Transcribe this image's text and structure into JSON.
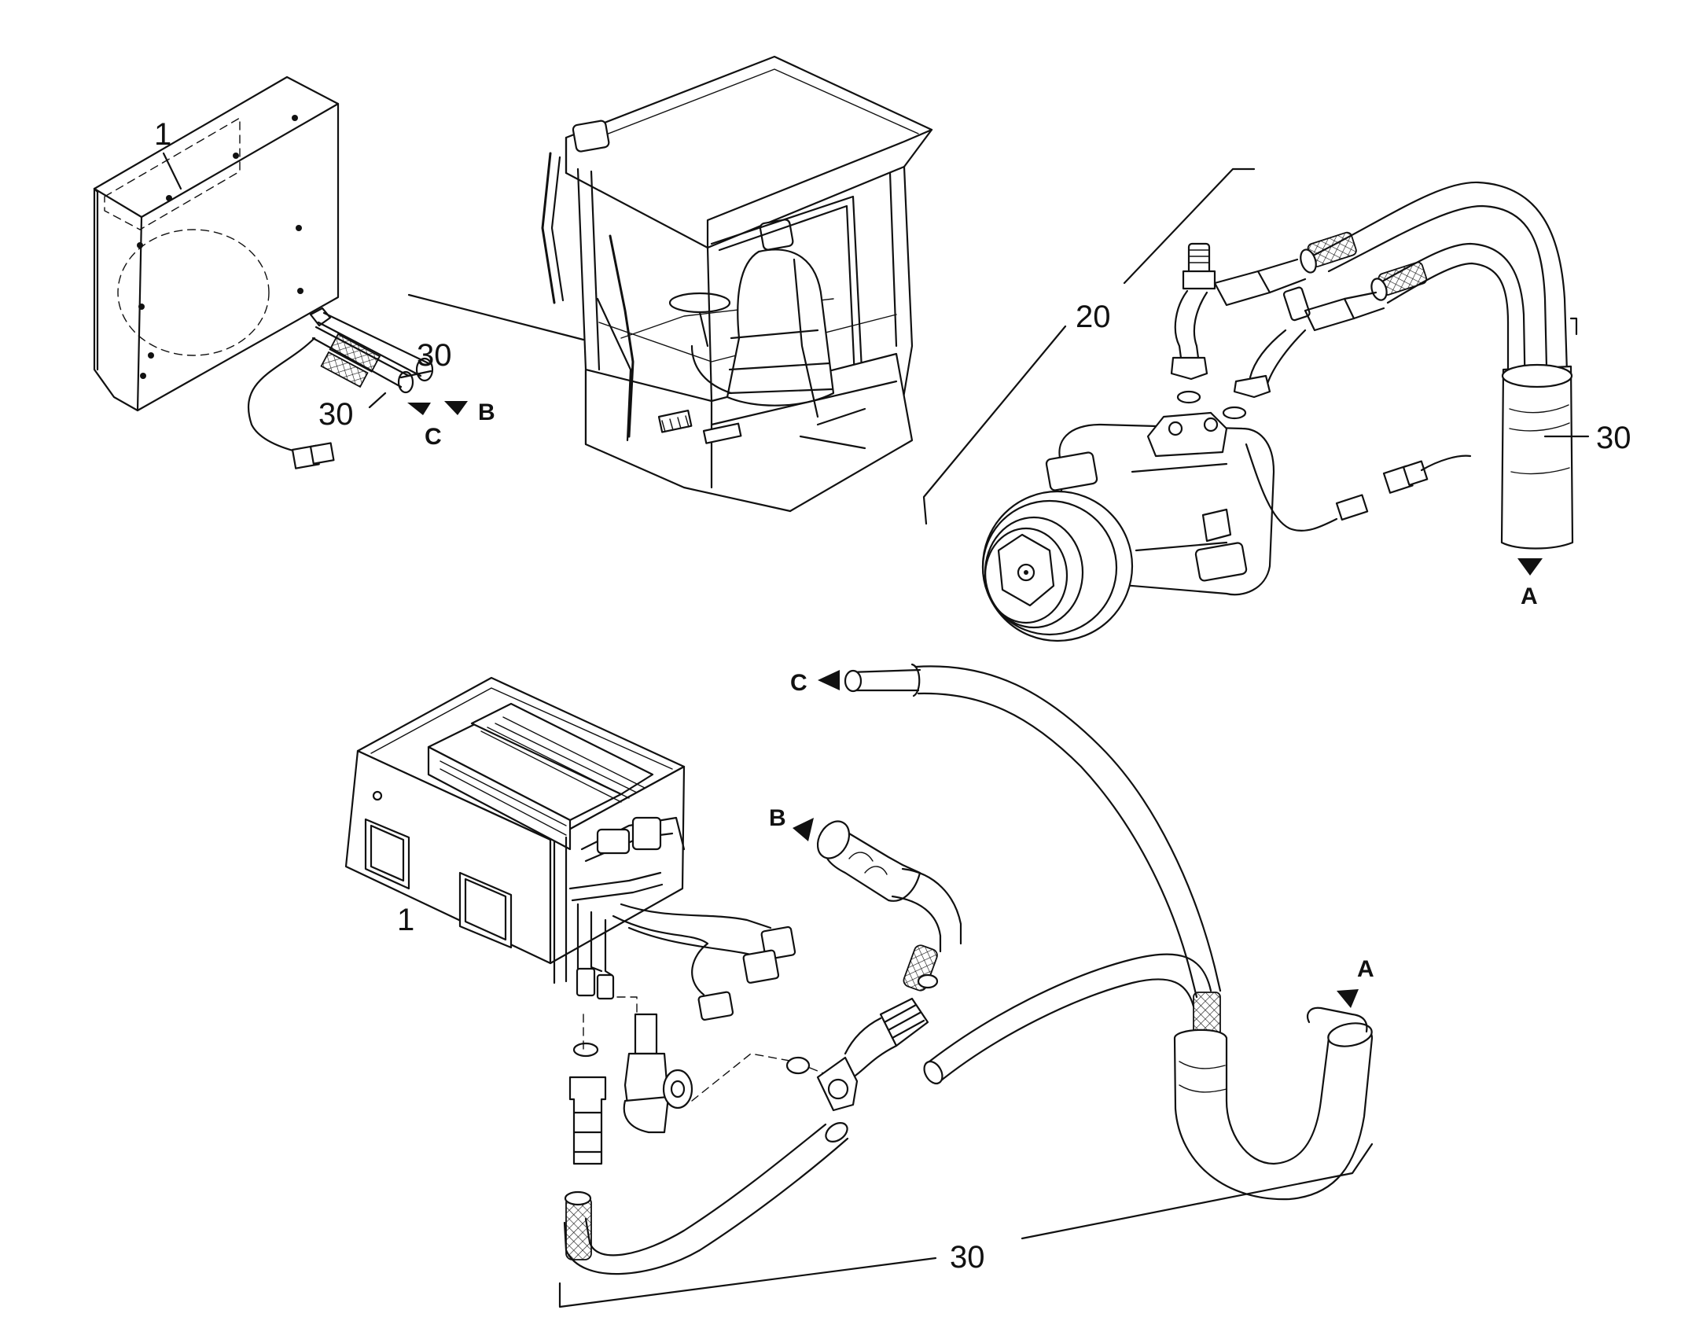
{
  "labels": {
    "part_1": "1",
    "part_20": "20",
    "part_30": "30",
    "ref_A": "A",
    "ref_B": "B",
    "ref_C": "C"
  }
}
